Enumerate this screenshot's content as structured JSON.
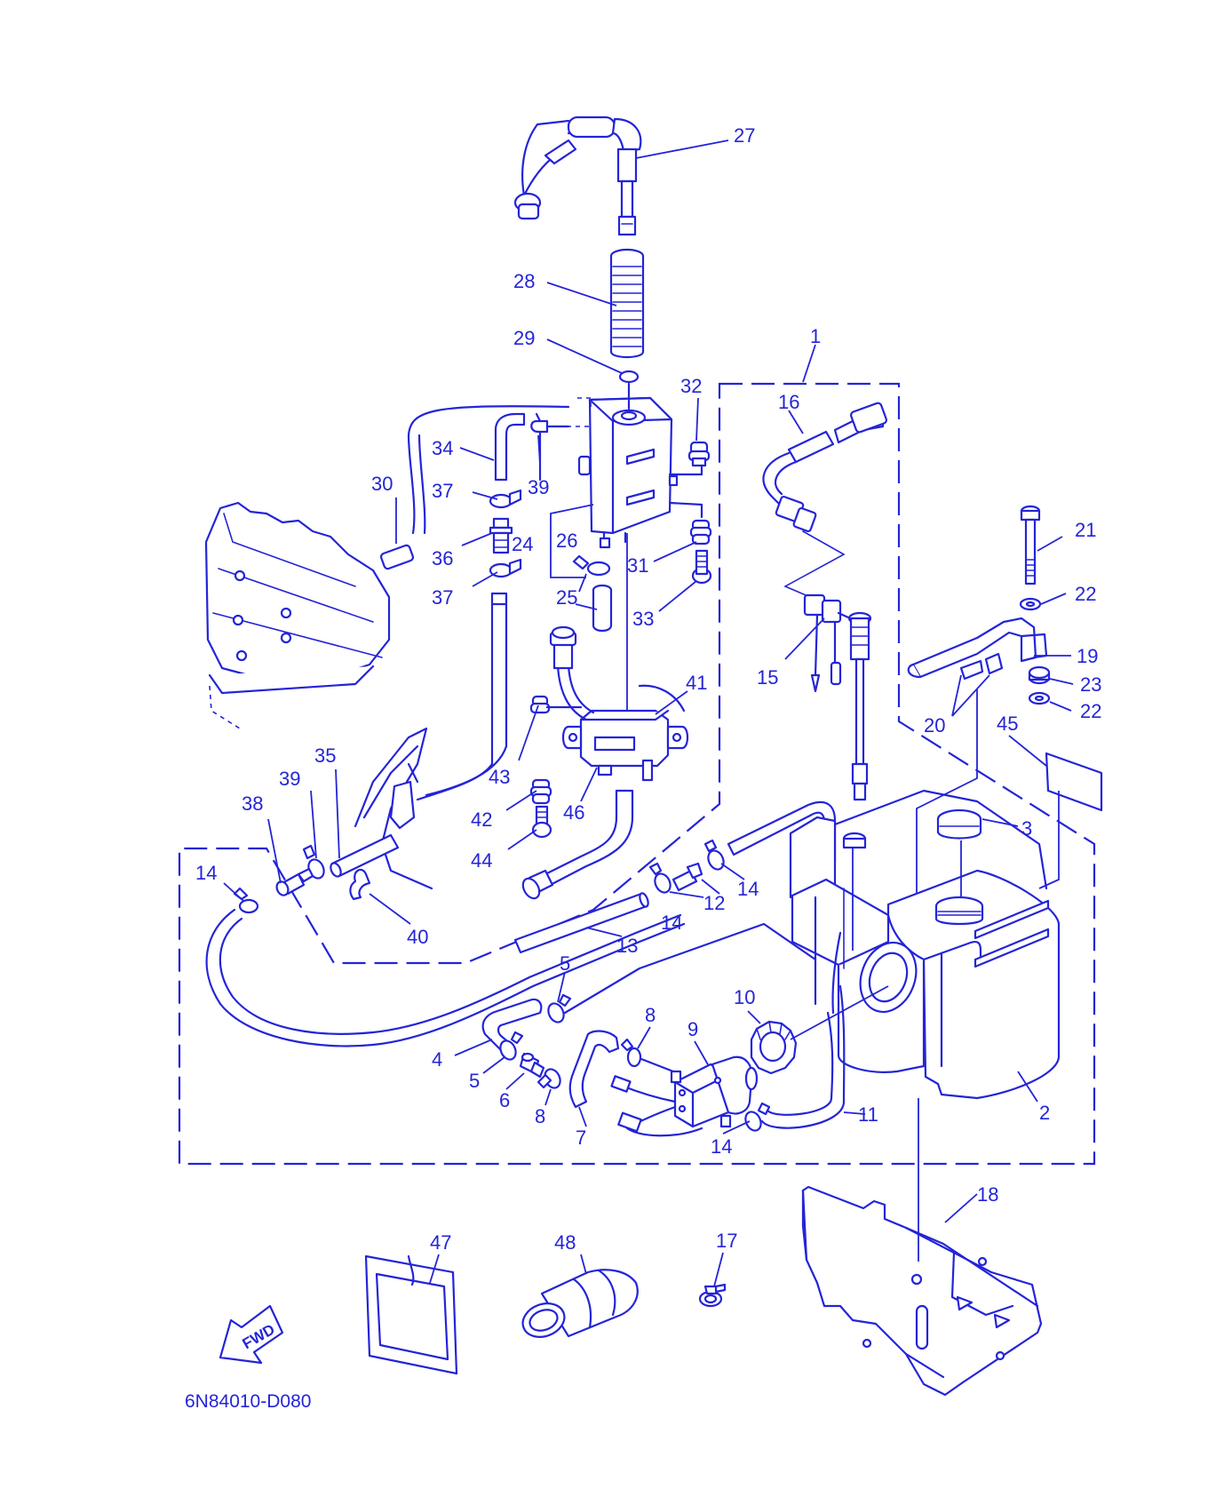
{
  "diagram": {
    "drawing_code": "6N84010-D080",
    "fwd_label": "FWD",
    "line_color": "#2424d8",
    "background_color": "#ffffff",
    "callouts": [
      "1",
      "2",
      "3",
      "4",
      "5",
      "5",
      "6",
      "7",
      "8",
      "8",
      "9",
      "10",
      "11",
      "12",
      "13",
      "14",
      "14",
      "14",
      "14",
      "15",
      "16",
      "17",
      "18",
      "19",
      "20",
      "21",
      "22",
      "22",
      "23",
      "24",
      "25",
      "26",
      "27",
      "28",
      "29",
      "30",
      "31",
      "32",
      "33",
      "34",
      "35",
      "36",
      "37",
      "37",
      "38",
      "39",
      "39",
      "40",
      "41",
      "42",
      "43",
      "44",
      "45",
      "46",
      "47",
      "48"
    ]
  }
}
